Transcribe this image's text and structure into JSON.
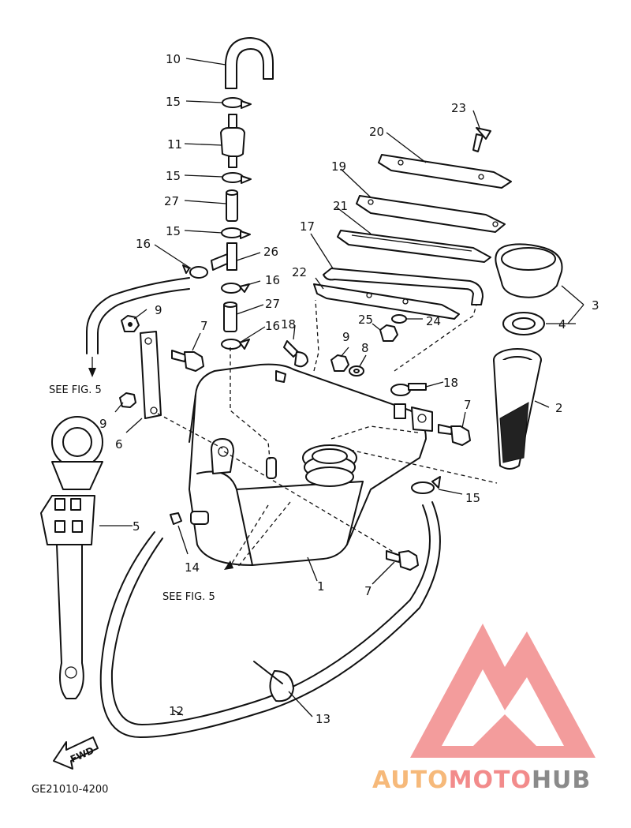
{
  "diagram": {
    "part_labels": {
      "p1": "1",
      "p2": "2",
      "p3": "3",
      "p4": "4",
      "p5": "5",
      "p6": "6",
      "p7a": "7",
      "p7b": "7",
      "p7c": "7",
      "p8": "8",
      "p9a": "9",
      "p9b": "9",
      "p9c": "9",
      "p10": "10",
      "p11": "11",
      "p12": "12",
      "p13": "13",
      "p14": "14",
      "p15a": "15",
      "p15b": "15",
      "p15c": "15",
      "p15d": "15",
      "p16a": "16",
      "p16b": "16",
      "p16c": "16",
      "p17": "17",
      "p18a": "18",
      "p18b": "18",
      "p19": "19",
      "p20": "20",
      "p21": "21",
      "p22": "22",
      "p23": "23",
      "p24": "24",
      "p25": "25",
      "p26": "26",
      "p27a": "27",
      "p27b": "27"
    },
    "notes": {
      "see_fig_upper": "SEE FIG. 5",
      "see_fig_lower": "SEE FIG. 5",
      "drawing_code": "GE21010-4200",
      "fwd": "FWD"
    }
  },
  "watermark": {
    "part1": "AUTO",
    "part2": "MOTO",
    "part3": "HUB",
    "colors": {
      "logo": "#f28b8b",
      "auto": "#f6b97a",
      "moto": "#f28b8b",
      "hub": "#8a8a8a"
    }
  }
}
